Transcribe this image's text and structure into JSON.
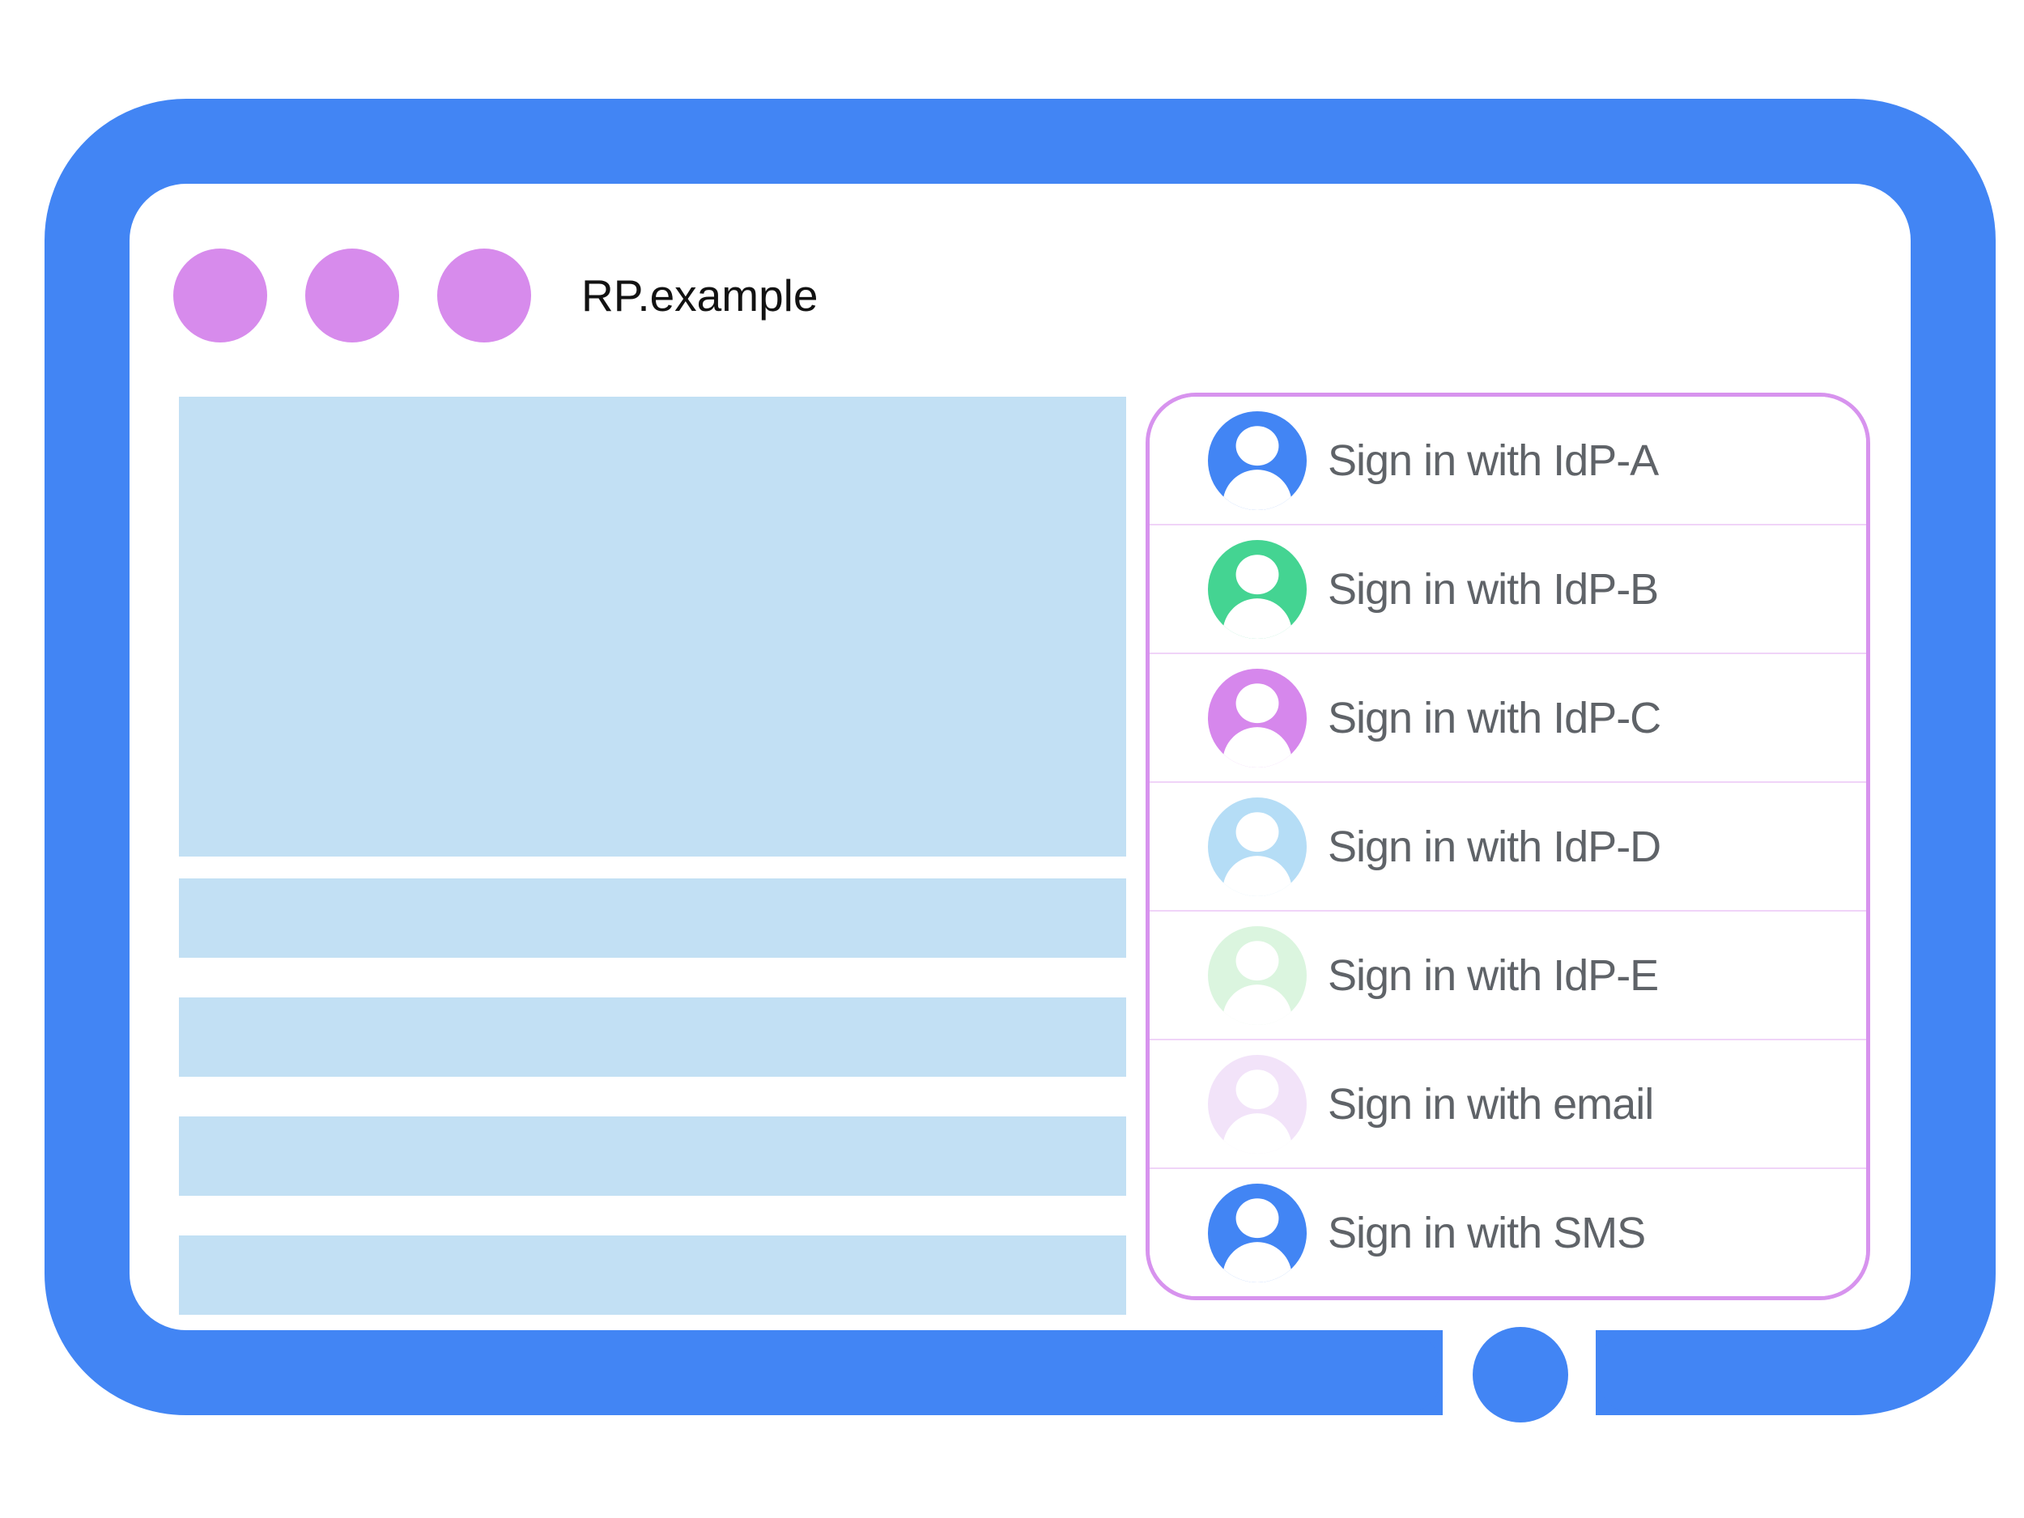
{
  "colors": {
    "canvas-bg": "#FFFFFF",
    "frame-blue": "#4285F4",
    "dot-purple": "#D78BEC",
    "skeleton-blue": "#C2E0F4",
    "panel-border": "#D793EE",
    "divider-pink": "#F0D4F8",
    "label-gray": "#5F6368",
    "title-color": "#121212"
  },
  "window": {
    "title": "RP.example",
    "controls": [
      {
        "icon": "window-control-dot"
      },
      {
        "icon": "window-control-dot"
      },
      {
        "icon": "window-control-dot"
      }
    ]
  },
  "signin_panel": {
    "items": [
      {
        "id": "idp-a",
        "label": "Sign in with IdP-A",
        "icon": "person-avatar-icon",
        "avatar_color": "#4285F4"
      },
      {
        "id": "idp-b",
        "label": "Sign in with IdP-B",
        "icon": "person-avatar-icon",
        "avatar_color": "#44D492"
      },
      {
        "id": "idp-c",
        "label": "Sign in with IdP-C",
        "icon": "person-avatar-icon",
        "avatar_color": "#D687EC"
      },
      {
        "id": "idp-d",
        "label": "Sign in with IdP-D",
        "icon": "person-avatar-icon",
        "avatar_color": "#B5DDF6"
      },
      {
        "id": "idp-e",
        "label": "Sign in with IdP-E",
        "icon": "person-avatar-icon",
        "avatar_color": "#DBF5DF"
      },
      {
        "id": "email",
        "label": "Sign in with email",
        "icon": "person-avatar-icon",
        "avatar_color": "#F2E3F9"
      },
      {
        "id": "sms",
        "label": "Sign in with SMS",
        "icon": "person-avatar-icon",
        "avatar_color": "#4285F4"
      }
    ]
  }
}
